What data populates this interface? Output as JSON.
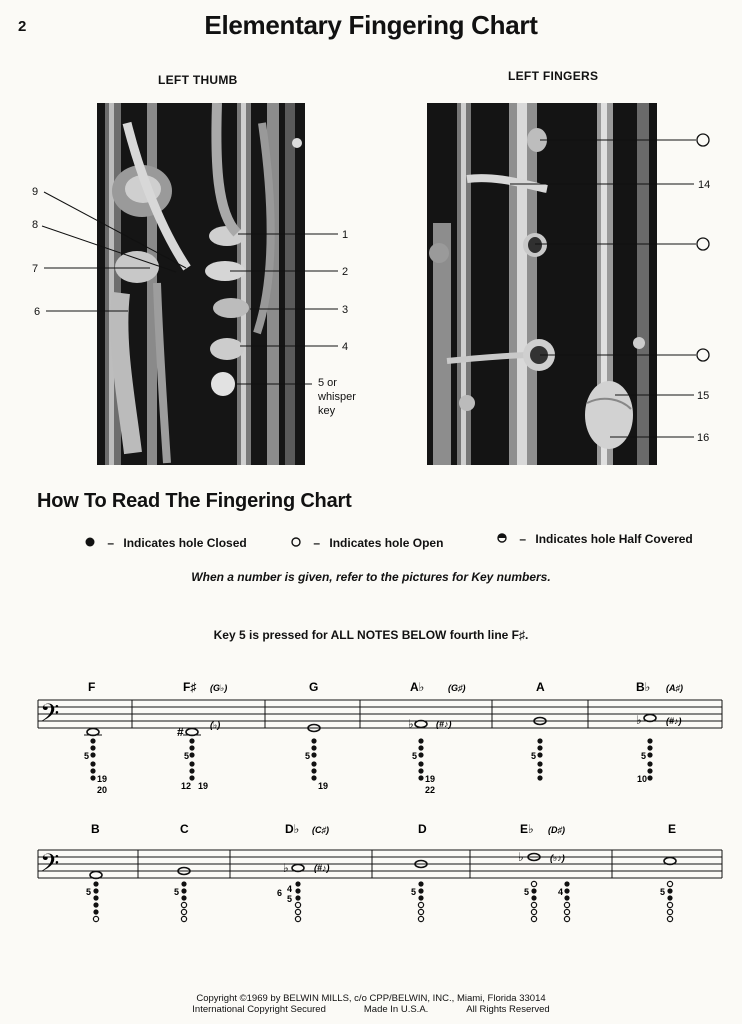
{
  "page_number": "2",
  "title": "Elementary Fingering Chart",
  "captions": {
    "left_thumb": "LEFT THUMB",
    "left_fingers": "LEFT FINGERS"
  },
  "thumb_callouts": {
    "k9": "9",
    "k8": "8",
    "k7": "7",
    "k6": "6",
    "k1": "1",
    "k2": "2",
    "k3": "3",
    "k4": "4",
    "k5a": "5 or",
    "k5b": "whisper",
    "k5c": "key"
  },
  "finger_callouts": {
    "k14": "14",
    "k15": "15",
    "k16": "16"
  },
  "how_to_heading": "How To Read The Fingering Chart",
  "legend": {
    "closed": "Indicates hole Closed",
    "open": "Indicates hole Open",
    "half": "Indicates hole Half Covered",
    "dash": "–"
  },
  "note": "When a number is given, refer to the pictures for Key numbers.",
  "key5_note": "Key 5 is pressed for ALL NOTES BELOW fourth line F♯.",
  "row1": [
    {
      "name": "F",
      "alt": "",
      "left5": "5",
      "bottom_left": "",
      "bottom_right1": "19",
      "bottom_right2": "20"
    },
    {
      "name": "F♯",
      "alt": "(G♭)",
      "left5": "5",
      "bottom_left": "12",
      "bottom_right1": "19",
      "bottom_right2": ""
    },
    {
      "name": "G",
      "alt": "",
      "left5": "5",
      "bottom_left": "",
      "bottom_right1": "19",
      "bottom_right2": ""
    },
    {
      "name": "A♭",
      "alt": "(G♯)",
      "left5": "5",
      "bottom_left": "",
      "bottom_right1": "19",
      "bottom_right2": "22"
    },
    {
      "name": "A",
      "alt": "",
      "left5": "5",
      "bottom_left": "",
      "bottom_right1": "",
      "bottom_right2": ""
    },
    {
      "name": "B♭",
      "alt": "(A♯)",
      "left5": "5",
      "bottom_left": "10",
      "bottom_right1": "",
      "bottom_right2": ""
    }
  ],
  "row2": [
    {
      "name": "B",
      "alt": "",
      "left": "5"
    },
    {
      "name": "C",
      "alt": "",
      "left": "5"
    },
    {
      "name": "D♭",
      "alt": "(C♯)",
      "left": "5",
      "extra1": "6",
      "extra2": "4"
    },
    {
      "name": "D",
      "alt": "",
      "left": "5"
    },
    {
      "name": "E♭",
      "alt": "(D♯)",
      "left": "5",
      "second": "4"
    },
    {
      "name": "E",
      "alt": "",
      "left": "5"
    }
  ],
  "copyright": {
    "line1": "Copyright ©1969 by BELWIN MILLS, c/o CPP/BELWIN, INC., Miami, Florida 33014",
    "line2a": "International Copyright Secured",
    "line2b": "Made In U.S.A.",
    "line2c": "All Rights Reserved"
  }
}
